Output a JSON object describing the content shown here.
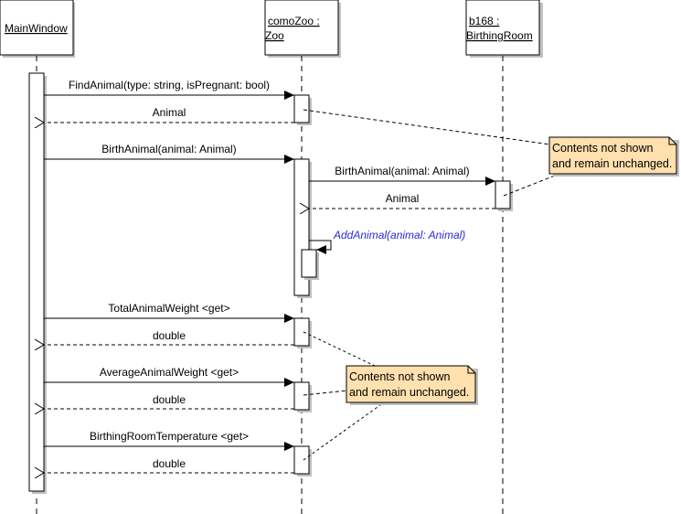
{
  "lifelines": [
    {
      "id": "main",
      "line1": "MainWindow",
      "line2": ""
    },
    {
      "id": "zoo",
      "line1": "comoZoo :",
      "line2": "Zoo"
    },
    {
      "id": "room",
      "line1": "b168 :",
      "line2": "BirthingRoom"
    }
  ],
  "messages": [
    {
      "label": "FindAnimal(type: string, isPregnant: bool)",
      "from": "MainWindow",
      "to": "comoZoo : Zoo",
      "kind": "call"
    },
    {
      "label": "Animal",
      "from": "comoZoo : Zoo",
      "to": "MainWindow",
      "kind": "return"
    },
    {
      "label": "BirthAnimal(animal: Animal)",
      "from": "MainWindow",
      "to": "comoZoo : Zoo",
      "kind": "call"
    },
    {
      "label": "BirthAnimal(animal: Animal)",
      "from": "comoZoo : Zoo",
      "to": "b168 : BirthingRoom",
      "kind": "call"
    },
    {
      "label": "Animal",
      "from": "b168 : BirthingRoom",
      "to": "comoZoo : Zoo",
      "kind": "return"
    },
    {
      "label": "AddAnimal(animal: Animal)",
      "from": "comoZoo : Zoo",
      "to": "comoZoo : Zoo",
      "kind": "self-call"
    },
    {
      "label": "TotalAnimalWeight <get>",
      "from": "MainWindow",
      "to": "comoZoo : Zoo",
      "kind": "call"
    },
    {
      "label": "double",
      "from": "comoZoo : Zoo",
      "to": "MainWindow",
      "kind": "return"
    },
    {
      "label": "AverageAnimalWeight <get>",
      "from": "MainWindow",
      "to": "comoZoo : Zoo",
      "kind": "call"
    },
    {
      "label": "double",
      "from": "comoZoo : Zoo",
      "to": "MainWindow",
      "kind": "return"
    },
    {
      "label": "BirthingRoomTemperature <get>",
      "from": "MainWindow",
      "to": "comoZoo : Zoo",
      "kind": "call"
    },
    {
      "label": "double",
      "from": "comoZoo : Zoo",
      "to": "MainWindow",
      "kind": "return"
    }
  ],
  "notes": [
    {
      "line1": "Contents not shown",
      "line2": "and remain unchanged."
    },
    {
      "line1": "Contents not shown",
      "line2": "and remain unchanged."
    }
  ],
  "colors": {
    "note_fill": "#ffe0ae",
    "shadow": "#c0c0c0",
    "self_call_text": "#2a2adc"
  }
}
